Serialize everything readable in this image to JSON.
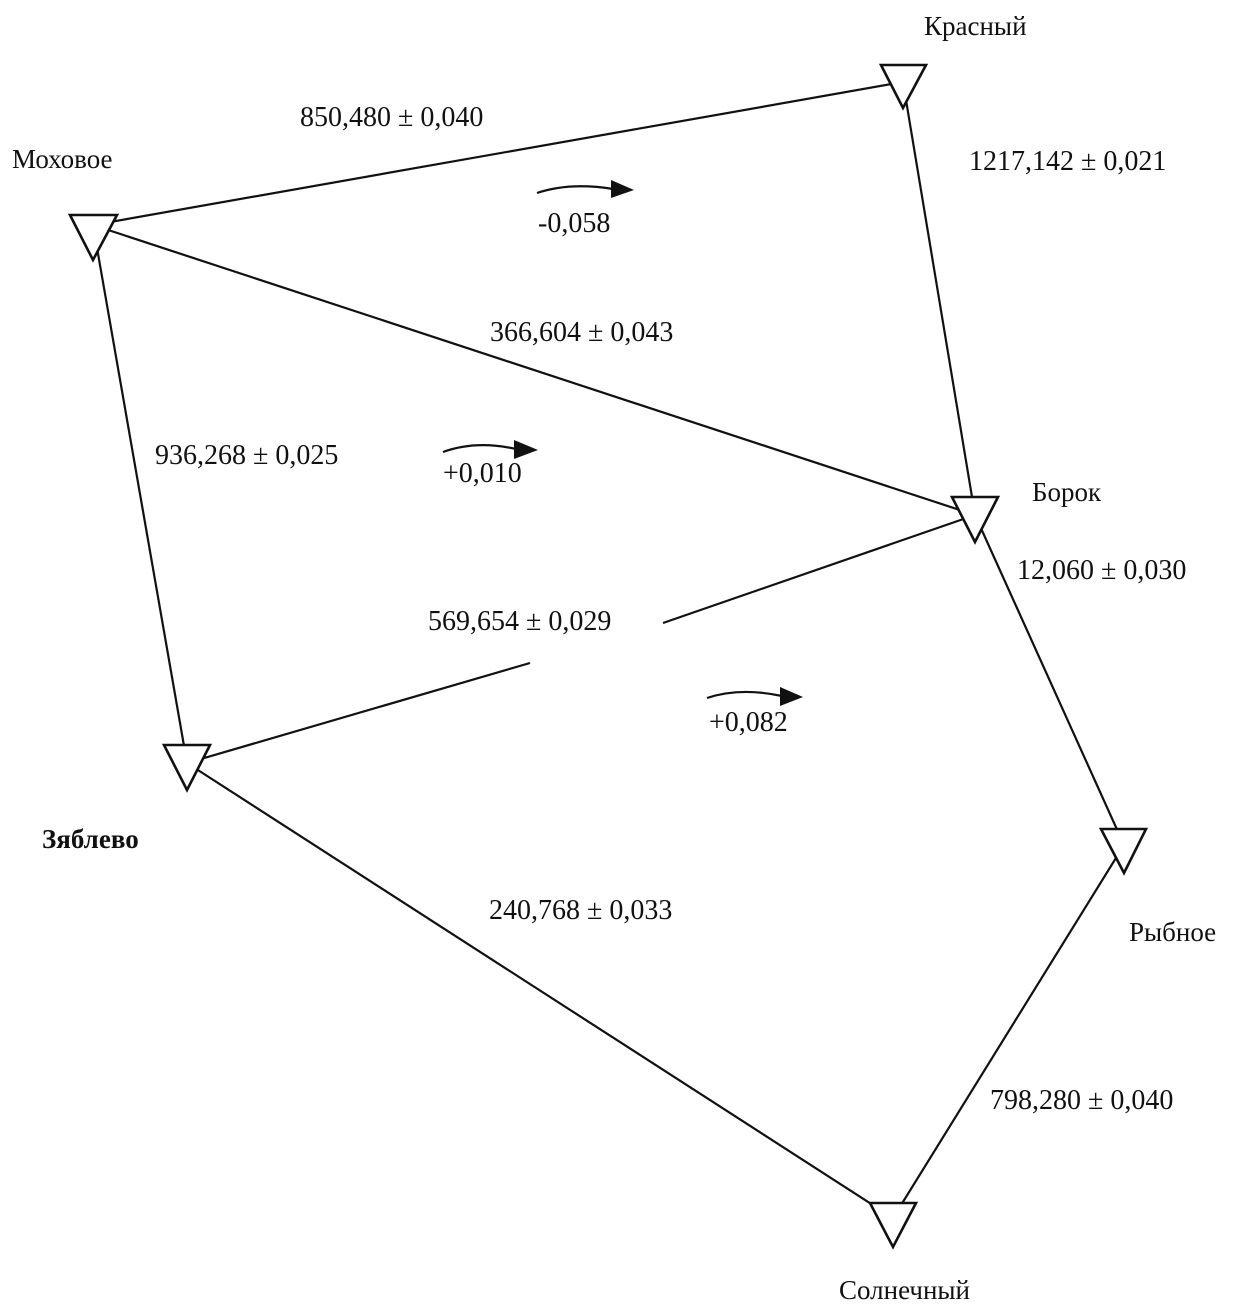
{
  "stations": {
    "krasny": "Красный",
    "mokhovoe": "Моховое",
    "borok": "Борок",
    "zyablevo": "Зяблево",
    "rybnoe": "Рыбное",
    "solnechny": "Солнечный"
  },
  "edges": {
    "mokhovoe_krasny": "850,480 ± 0,040",
    "krasny_borok": "1217,142 ± 0,021",
    "mokhovoe_borok": "366,604 ± 0,043",
    "mokhovoe_zyablevo": "936,268 ± 0,025",
    "zyablevo_borok": "569,654 ± 0,029",
    "borok_rybnoe": "12,060 ± 0,030",
    "zyablevo_solnechny": "240,768 ± 0,033",
    "rybnoe_solnechny": "798,280 ± 0,040"
  },
  "misclosures": {
    "upper": "-0,058",
    "middle": "+0,010",
    "lower": "+0,082"
  },
  "colors": {
    "line": "#111111",
    "background": "#ffffff"
  },
  "icons": {
    "station": "inverted-triangle",
    "direction": "curved-arrow-right"
  }
}
